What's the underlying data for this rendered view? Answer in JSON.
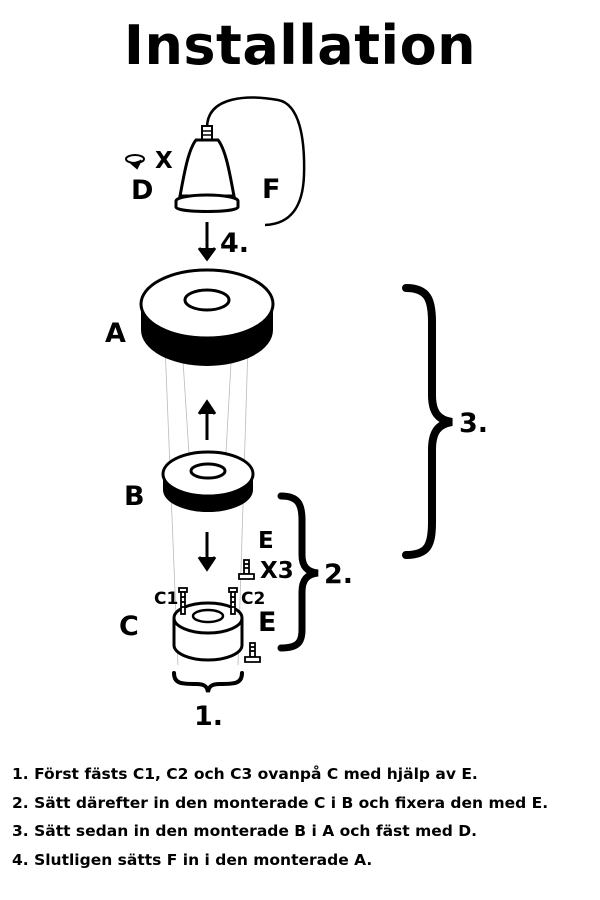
{
  "title": "Installation",
  "labels": {
    "A": "A",
    "B": "B",
    "C": "C",
    "C1": "C1",
    "C2": "C2",
    "D": "D",
    "X": "X",
    "E_top": "E",
    "X3": "X3",
    "E_side": "E",
    "F": "F"
  },
  "step_markers": {
    "one": "1.",
    "two": "2.",
    "three": "3.",
    "four": "4."
  },
  "icons": [
    "ceiling-cup-icon",
    "ring-icon",
    "screw-icon",
    "twist-icon",
    "arrow-icon",
    "brace-icon"
  ],
  "instructions": [
    "1. Först fästs C1, C2 och C3 ovanpå C med hjälp av E.",
    "2. Sätt därefter in den monterade C i B och fixera den med E.",
    "3. Sätt sedan in den monterade B i A och fäst med D.",
    "4. Slutligen sätts F in i den monterade A."
  ]
}
